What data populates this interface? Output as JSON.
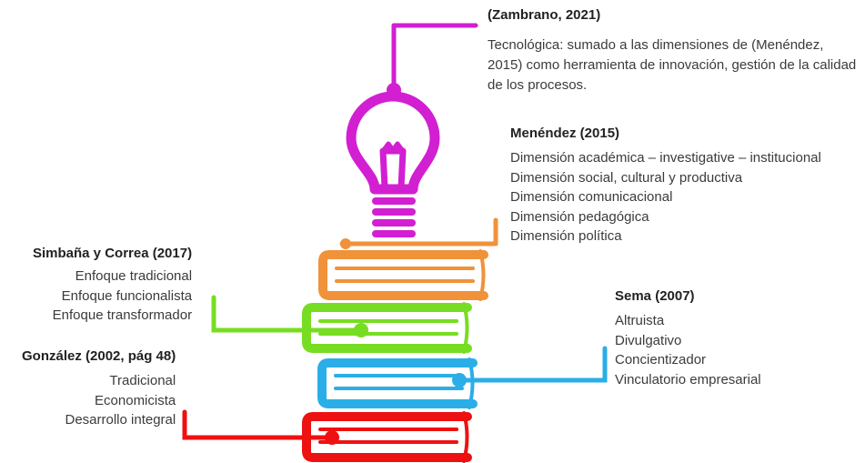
{
  "colors": {
    "bulb": "#d21fd2",
    "orange": "#f0923a",
    "green": "#77dd22",
    "blue": "#2aaee8",
    "red": "#ee1111"
  },
  "icons": [
    "light-bulb-icon",
    "book-stack-icon"
  ],
  "zambrano": {
    "title": "(Zambrano, 2021)",
    "text": "Tecnológica: sumado  a las dimensiones de (Menéndez, 2015) como herramienta de innovación, gestión de la calidad de los procesos."
  },
  "menendez": {
    "title": "Menéndez (2015)",
    "items": [
      "Dimensión académica – investigative – institucional",
      "Dimensión social, cultural y productiva",
      "Dimensión comunicacional",
      "Dimensión pedagógica",
      "Dimensión política"
    ]
  },
  "simbana": {
    "title": "Simbaña y Correa (2017)",
    "items": [
      "Enfoque tradicional",
      "Enfoque funcionalista",
      "Enfoque transformador"
    ]
  },
  "gonzalez": {
    "title": "González (2002, pág 48)",
    "items": [
      "Tradicional",
      "Economicista",
      "Desarrollo integral"
    ]
  },
  "sema": {
    "title": "Sema (2007)",
    "items": [
      "Altruista",
      "Divulgativo",
      "Concientizador",
      "Vinculatorio empresarial"
    ]
  }
}
